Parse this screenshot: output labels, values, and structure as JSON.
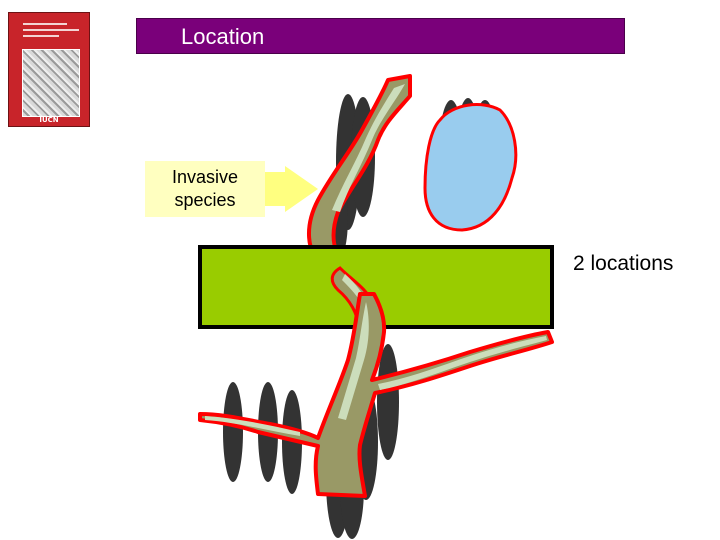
{
  "book_cover": {
    "publisher": "IUCN"
  },
  "title": "Location",
  "callout": {
    "line1": "Invasive",
    "line2": "species"
  },
  "side_label": "2 locations",
  "colors": {
    "title_bg": "#7a007a",
    "callout_bg": "#ffffc0",
    "arrow": "#ffff80",
    "threat_band": "#99cc00",
    "river": "#999966",
    "river_light": "#ccddbb",
    "range_outline": "#ff0000",
    "lake": "#99ccee",
    "occurrence": "#333333"
  }
}
